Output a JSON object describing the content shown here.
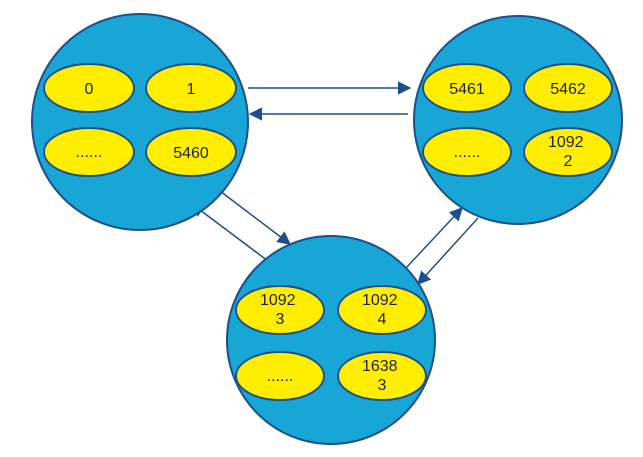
{
  "colors": {
    "node_fill": "#17a6d6",
    "node_stroke": "#1f4f8a",
    "slot_fill": "#ffee00",
    "arrow": "#1f4f8a"
  },
  "nodes": [
    {
      "slots": [
        {
          "lines": [
            "0"
          ]
        },
        {
          "lines": [
            "1"
          ]
        },
        {
          "lines": [
            "......"
          ]
        },
        {
          "lines": [
            "5460"
          ]
        }
      ]
    },
    {
      "slots": [
        {
          "lines": [
            "5461"
          ]
        },
        {
          "lines": [
            "5462"
          ]
        },
        {
          "lines": [
            "......"
          ]
        },
        {
          "lines": [
            "1092",
            "2"
          ]
        }
      ]
    },
    {
      "slots": [
        {
          "lines": [
            "1092",
            "3"
          ]
        },
        {
          "lines": [
            "1092",
            "4"
          ]
        },
        {
          "lines": [
            "......"
          ]
        },
        {
          "lines": [
            "1638",
            "3"
          ]
        }
      ]
    }
  ],
  "links": [
    {
      "from": 0,
      "to": 1
    },
    {
      "from": 1,
      "to": 0
    },
    {
      "from": 0,
      "to": 2
    },
    {
      "from": 2,
      "to": 0
    },
    {
      "from": 1,
      "to": 2
    },
    {
      "from": 2,
      "to": 1
    }
  ]
}
